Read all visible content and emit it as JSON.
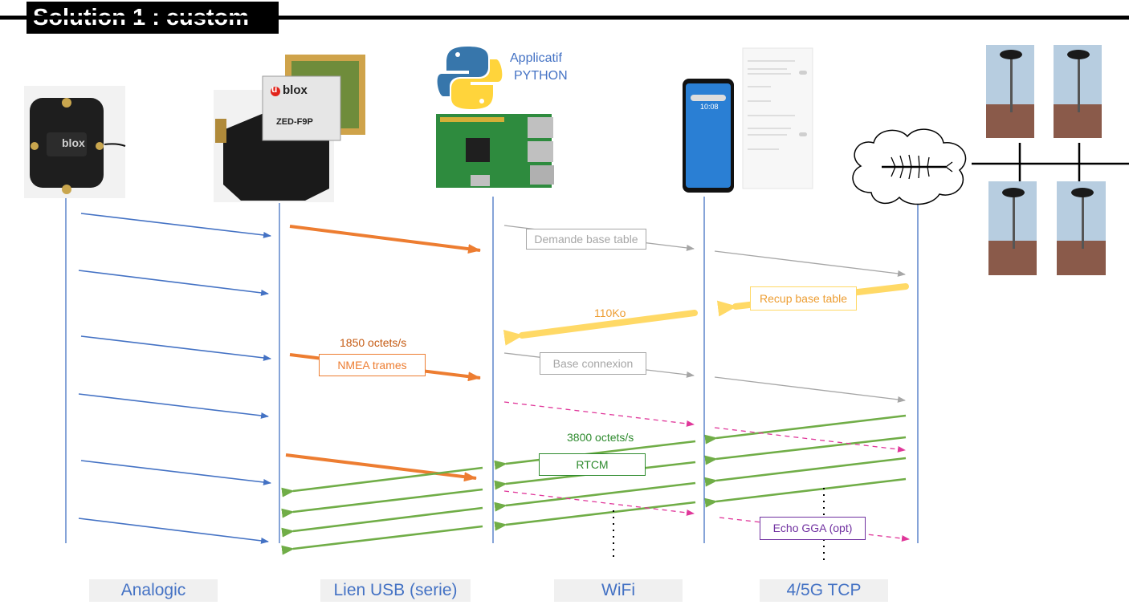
{
  "title": "Solution 1 : custom",
  "python_app": {
    "line1": "Applicatif",
    "line2": "PYTHON"
  },
  "module_labels": {
    "brand": "blox",
    "model": "ZED-F9P",
    "antenna_brand": "blox",
    "chip_logo": "u"
  },
  "flow_labels": {
    "demande_base_table": "Demande base table",
    "recup_base_table": "Recup base table",
    "size_110": "110Ko",
    "rate_1850": "1850 octets/s",
    "nmea": "NMEA trames",
    "base_connexion": "Base connexion",
    "rate_3800": "3800 octets/s",
    "rtcm": "RTCM",
    "echo_gga": "Echo GGA (opt)"
  },
  "phone": {
    "time": "10:08"
  },
  "bottom_labels": {
    "analogic": "Analogic",
    "usb": "Lien USB (serie)",
    "wifi": "WiFi",
    "tcp": "4/5G TCP"
  },
  "colors": {
    "blue": "#4472c4",
    "orange": "#ed7d31",
    "gray": "#a6a6a6",
    "yellow": "#ffd966",
    "green": "#70ad47",
    "magenta": "#e0379a",
    "purple": "#7030a0"
  }
}
